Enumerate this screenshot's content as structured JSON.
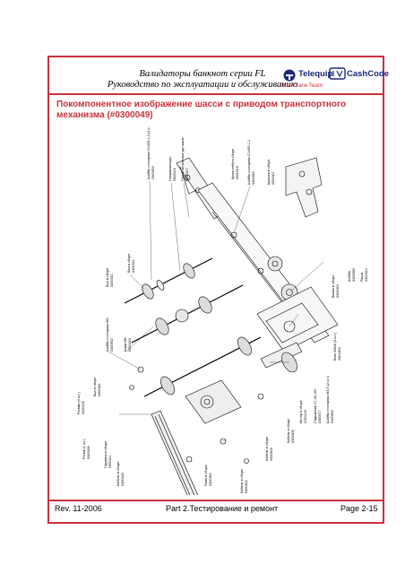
{
  "header": {
    "title": "Валидаторы банкнот  серии FL",
    "subtitle": "Руководство по эксплуатации и обслуживанию",
    "logo_telequip": "Telequip",
    "logo_cashcode": "CashCode",
    "tagline": "One Crane Team"
  },
  "section": {
    "title": "Покомпонентное изображение шасси с приводом транспортного механизма (#0300049)"
  },
  "footer": {
    "revision": "Rev. 11-2006",
    "part": "Part 2.Тестирование и ремонт",
    "page": "Page 2-15"
  },
  "colors": {
    "accent": "#c8323c",
    "brand": "#1a2a7a"
  }
}
